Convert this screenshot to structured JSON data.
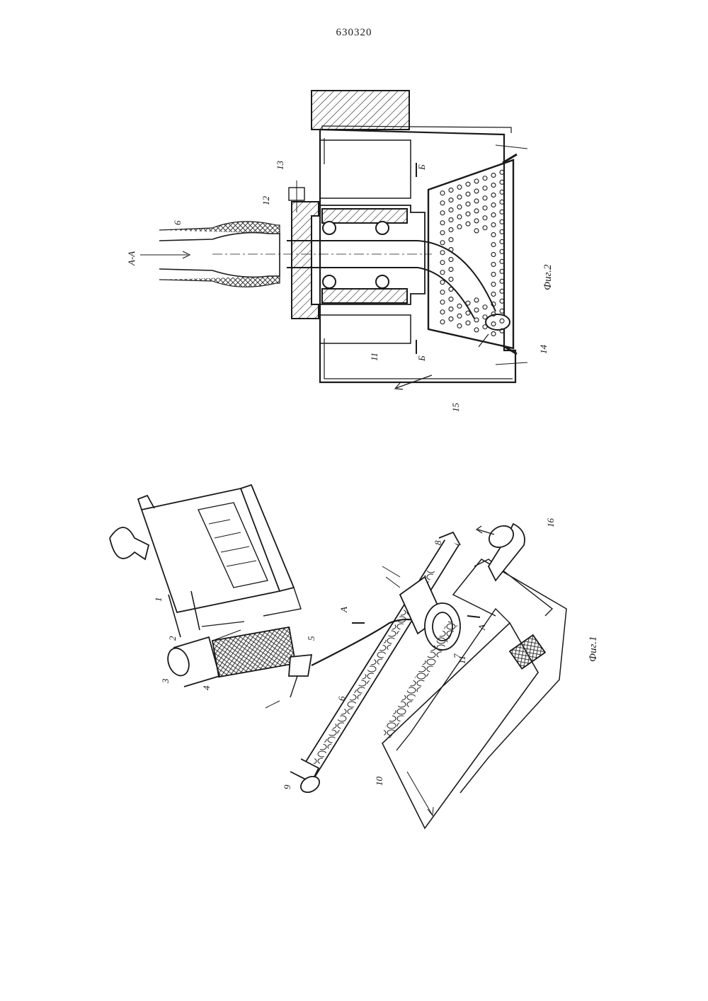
{
  "patent_number": "630320",
  "figures": {
    "fig1": {
      "caption": "Фиг.1",
      "section_marker": "А",
      "labels": [
        "1",
        "2",
        "3",
        "4",
        "5",
        "6",
        "7",
        "8",
        "9",
        "10",
        "11",
        "16"
      ]
    },
    "fig2": {
      "caption": "Фиг.2",
      "section_view": "А-А",
      "section_marker": "Б",
      "labels": [
        "6",
        "11",
        "12",
        "13",
        "14",
        "15"
      ]
    }
  }
}
